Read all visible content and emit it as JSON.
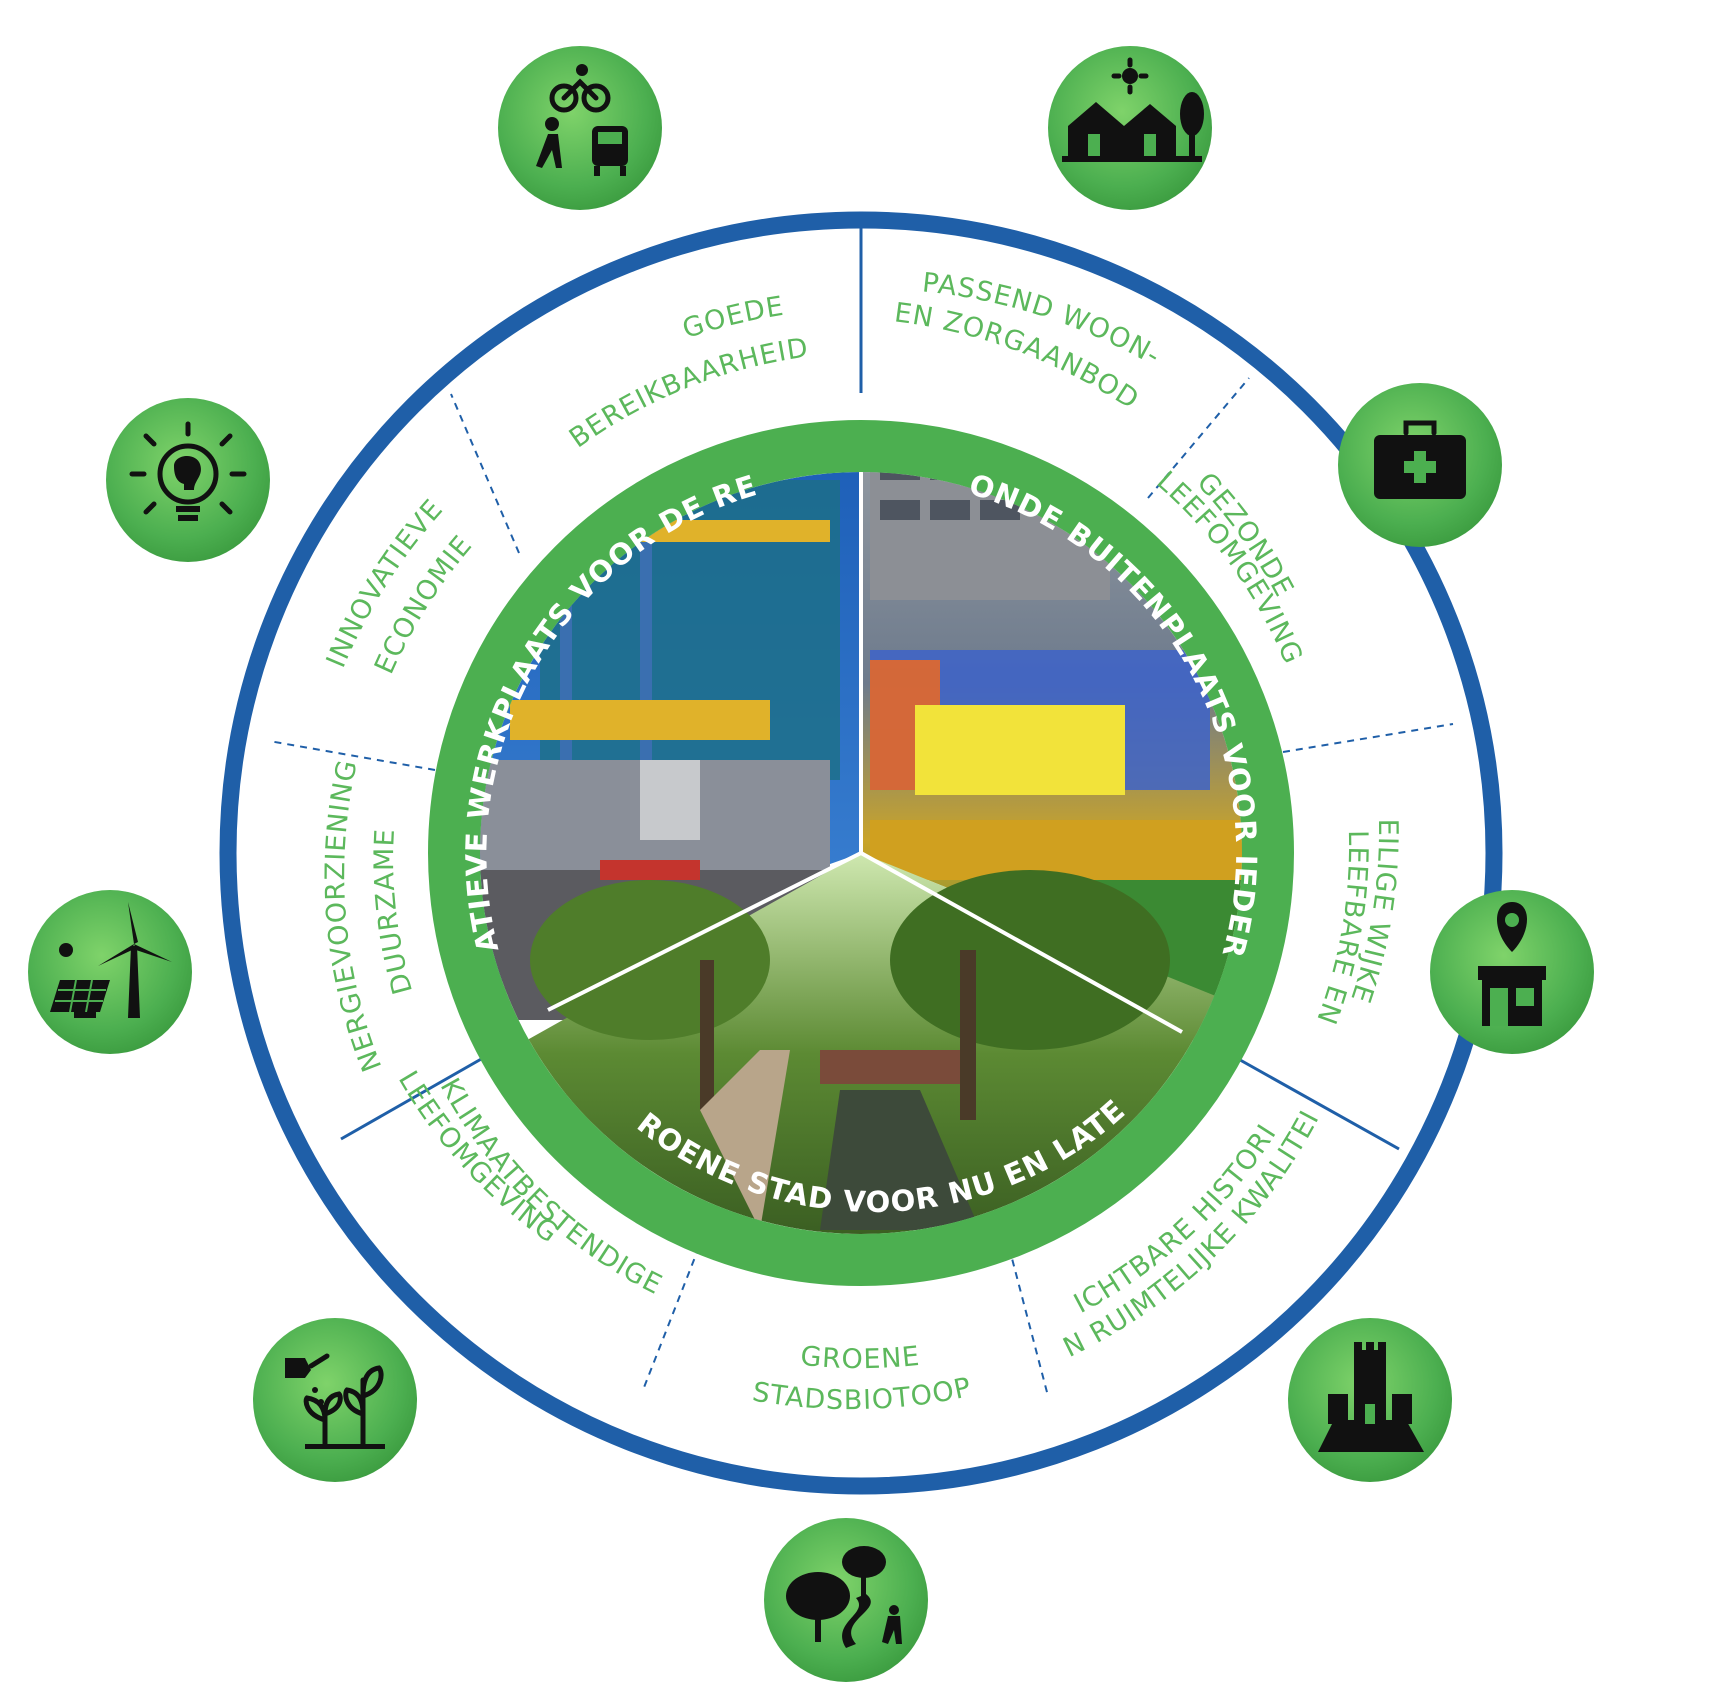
{
  "colors": {
    "outer_ring": "#1f5fa8",
    "inner_ring": "#4caf50",
    "segment_text": "#5cb85c",
    "icon_circle": "#4caf50",
    "icon_glyph": "#111111"
  },
  "themes": {
    "werkplaats": "CREATIEVE WERKPLAATS VOOR DE REGIO",
    "buitenplaats": "GEZONDE BUITENPLAATS VOOR IEDEREEN",
    "groen": "GROENE STAD VOOR NU EN LATER"
  },
  "segments": {
    "bereikbaarheid": [
      "GOEDE",
      "BEREIKBAARHEID"
    ],
    "wonen": [
      "PASSEND WOON-",
      "EN ZORGAANBOD"
    ],
    "leefomgeving": [
      "GEZONDE",
      "LEEFOMGEVING"
    ],
    "wijken": [
      "LEEFBARE EN",
      "VEILIGE WIJKEN"
    ],
    "historie": [
      "ZICHTBARE HISTORIE",
      "EN RUIMTELIJKE KWALITEIT"
    ],
    "biotoop": [
      "GROENE",
      "STADSBIOTOOP"
    ],
    "klimaat": [
      "KLIMAATBESTENDIGE",
      "LEEFOMGEVING"
    ],
    "energie": [
      "DUURZAME",
      "ENERGIEVOORZIENING"
    ],
    "economie": [
      "INNOVATIEVE",
      "ECONOMIE"
    ]
  },
  "icons": [
    "mobility-icon",
    "housing-icon",
    "medical-kit-icon",
    "location-shop-icon",
    "castle-icon",
    "nature-walk-icon",
    "watering-plants-icon",
    "renewable-energy-icon",
    "innovation-bulb-icon"
  ],
  "photos": [
    "industrial-workshop-photo",
    "children-respect-banner-photo",
    "green-canal-park-photo"
  ]
}
